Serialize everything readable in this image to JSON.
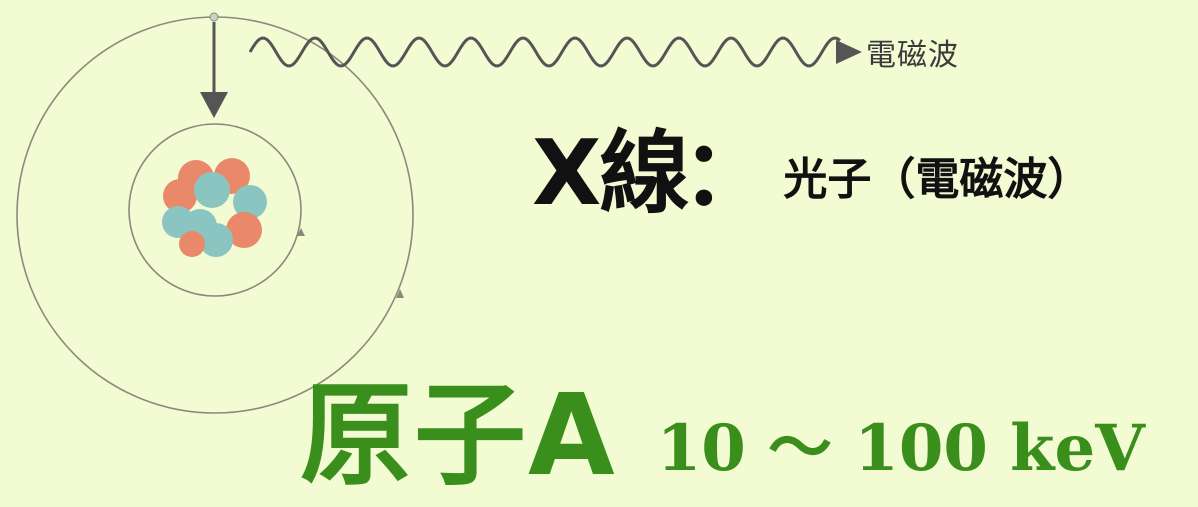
{
  "diagram": {
    "wave_label": "電磁波",
    "title": {
      "main": "X線",
      "colon": "：",
      "sub": "光子（電磁波）"
    },
    "atom": {
      "name": "原子A",
      "energy": "10 ～ 100 keV"
    },
    "colors": {
      "background": "#f2fbd2",
      "orbit": "#8a8a7a",
      "wave": "#555555",
      "proton": "#e9896a",
      "neutron": "#8ac5c2",
      "atom_label": "#3a8f1c"
    }
  }
}
